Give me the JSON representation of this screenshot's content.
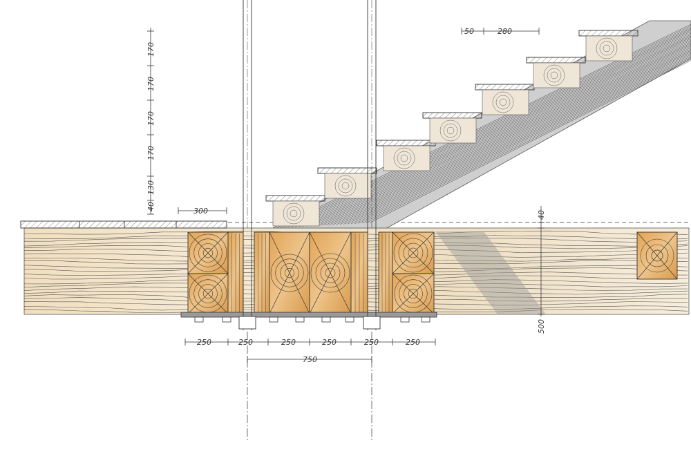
{
  "colors": {
    "paper": "#ffffff",
    "ink": "#2b2b2b",
    "timber_light": "#f3e6cf",
    "timber_warm": "#e6b06a",
    "timber_dark": "#c98a3c",
    "stair_grey": "#cfcfcf",
    "shadow_grey": "#bdbdbd"
  },
  "labels": {
    "stair_going": "50",
    "stair_tread": "280",
    "stair_rise": [
      "170",
      "170",
      "170",
      "170"
    ],
    "top_left_a": "40",
    "top_left_b": "130",
    "plank_width": "300",
    "deck_thickness": "40",
    "beam_depth": "500",
    "bottom_dims": [
      "250",
      "250",
      "250",
      "250",
      "250",
      "250"
    ],
    "span": "750"
  }
}
